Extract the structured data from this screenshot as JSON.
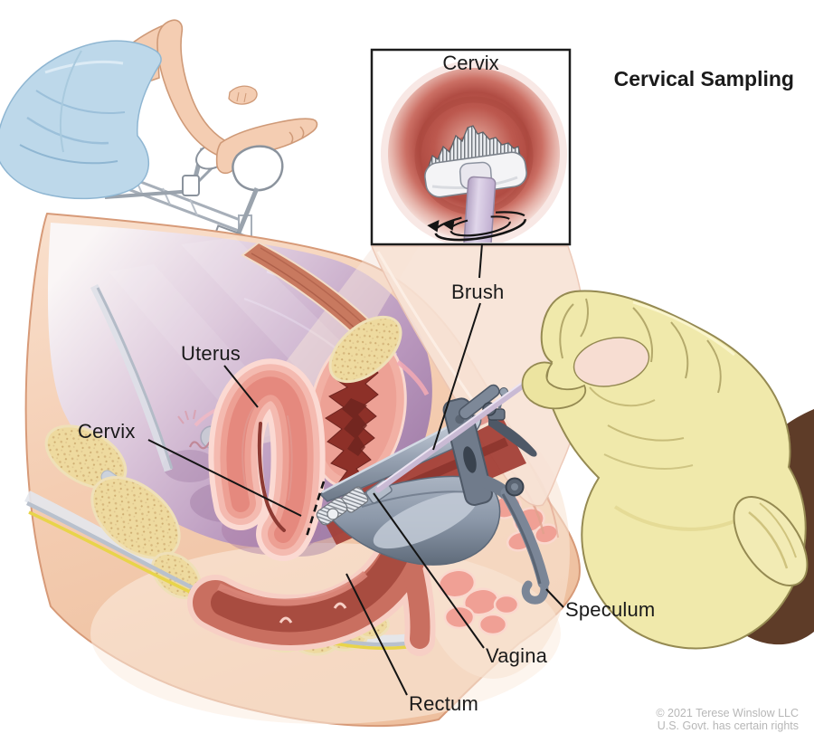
{
  "title": "Cervical Sampling",
  "inset": {
    "label": "Cervix",
    "icon": "rotation-arrows"
  },
  "labels": {
    "uterus": "Uterus",
    "cervix": "Cervix",
    "brush": "Brush",
    "speculum": "Speculum",
    "vagina": "Vagina",
    "rectum": "Rectum"
  },
  "credit": {
    "line1": "© 2021 Terese Winslow LLC",
    "line2": "U.S. Govt. has certain rights"
  },
  "colors": {
    "background": "#ffffff",
    "label_text": "#1a1a1a",
    "credit_text": "#b7b7b7",
    "skin": "#f4cdb2",
    "skin_outline": "#d79a78",
    "interior_purple": "#b293b8",
    "bone": "#eeda9f",
    "drape_blue": "#bdd8ea",
    "glove": "#f0e9ab",
    "forearm": "#5e3c28",
    "metal": "#8b97a8",
    "brush_handle": "#c9bad4",
    "mucosa_red": "#8d3028",
    "organ_pink": "#f3b5ac"
  }
}
